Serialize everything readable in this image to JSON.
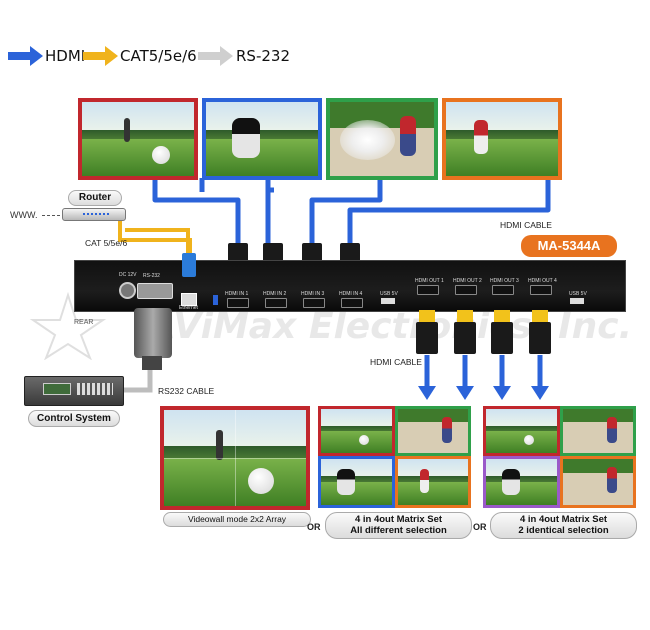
{
  "legend": {
    "items": [
      {
        "label": "HDMI",
        "color": "#2b63d9"
      },
      {
        "label": "CAT5/5e/6",
        "color": "#f0b31c"
      },
      {
        "label": "RS-232",
        "color": "#cfcfcf"
      }
    ]
  },
  "inputs": [
    {
      "border": "#c1272d"
    },
    {
      "border": "#2b63d9"
    },
    {
      "border": "#2fa04a"
    },
    {
      "border": "#e8731f"
    }
  ],
  "labels": {
    "router": "Router",
    "www": "WWW.",
    "cat": "CAT 5/5e/6",
    "hdmi_cable_top": "HDMI CABLE",
    "hdmi_cable_bottom": "HDMI CABLE",
    "model": "MA-5344A",
    "rear": "REAR",
    "rs232_cable": "RS232 CABLE",
    "control_system": "Control System",
    "watermark": "AViMax Electronics, Inc."
  },
  "device_ports": {
    "dc": "DC 12V",
    "rs232": "RS-232",
    "ethernet": "Ethernet",
    "inputs": [
      "HDMI IN 1",
      "HDMI IN 2",
      "HDMI IN 3",
      "HDMI IN 4"
    ],
    "usb": "USB 5V",
    "outputs": [
      "HDMI OUT 1",
      "HDMI OUT 2",
      "HDMI OUT 3",
      "HDMI OUT 4"
    ],
    "usb2": "USB 5V"
  },
  "modes": [
    {
      "line1": "Videowall mode 2x2 Array",
      "line2": ""
    },
    {
      "line1": "4 in 4out Matrix Set",
      "line2": "All different selection"
    },
    {
      "line1": "4 in 4out Matrix Set",
      "line2": "2 identical selection"
    }
  ],
  "or_labels": [
    "OR",
    "OR"
  ]
}
